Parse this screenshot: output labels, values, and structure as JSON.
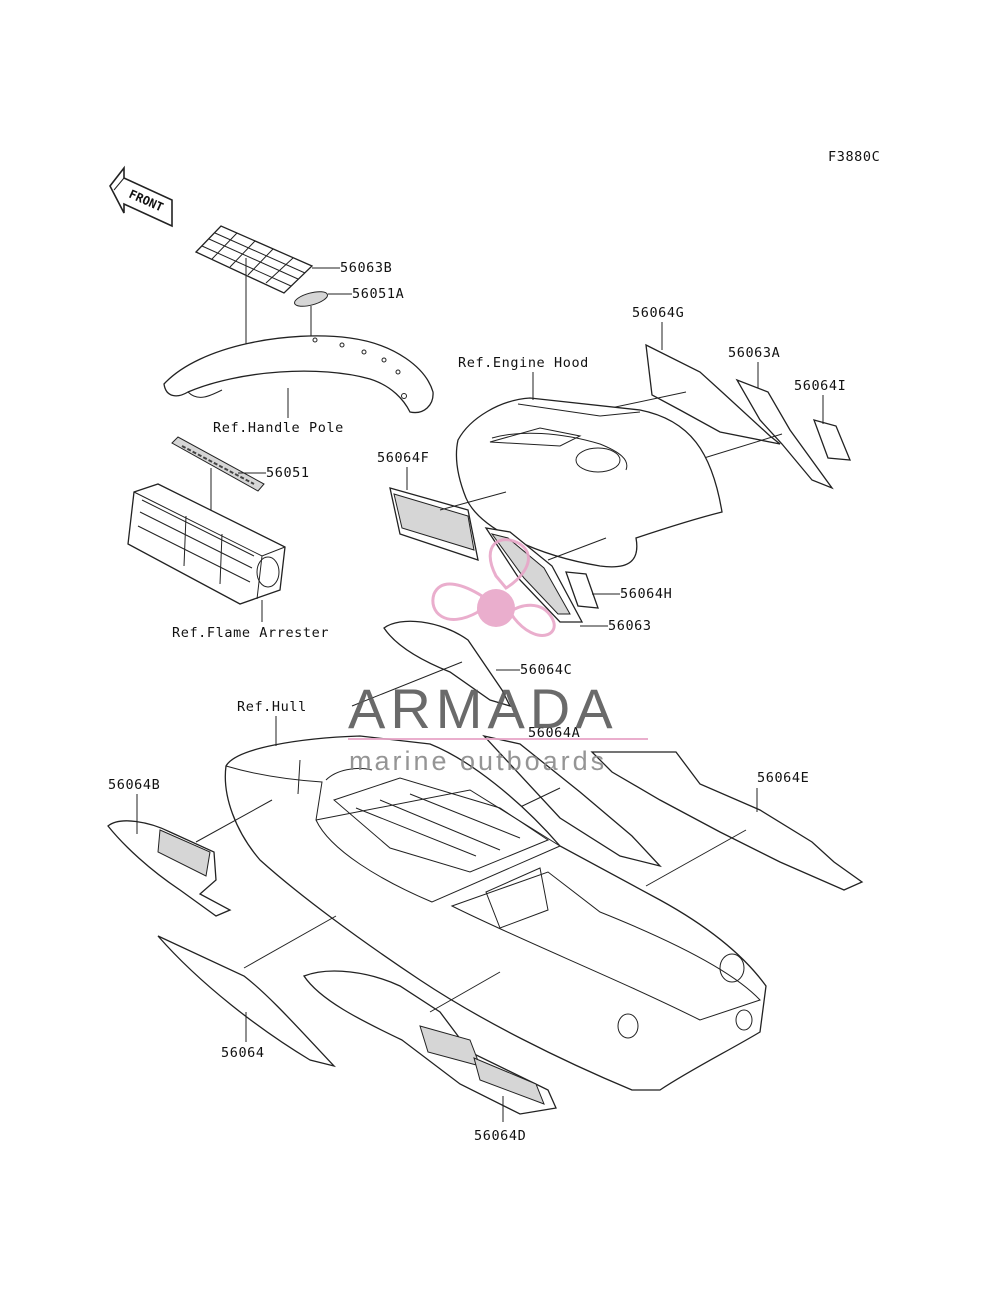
{
  "figure_code": "F3880C",
  "front_arrow": "FRONT",
  "watermark": {
    "brand": "ARMADA",
    "tagline": "marine outboards",
    "logo_icon": "propeller-icon",
    "accent_color": "#e8a6c8"
  },
  "callouts": {
    "p56063B": "56063B",
    "p56051A": "56051A",
    "ref_handle_pole": "Ref.Handle Pole",
    "p56051": "56051",
    "ref_flame_arrester": "Ref.Flame Arrester",
    "p56064G": "56064G",
    "p56063A": "56063A",
    "p56064I": "56064I",
    "ref_engine_hood": "Ref.Engine Hood",
    "p56064F": "56064F",
    "p56064H": "56064H",
    "p56063": "56063",
    "p56064C": "56064C",
    "p56064A": "56064A",
    "ref_hull": "Ref.Hull",
    "p56064B": "56064B",
    "p56064E": "56064E",
    "p56064": "56064",
    "p56064D": "56064D"
  }
}
